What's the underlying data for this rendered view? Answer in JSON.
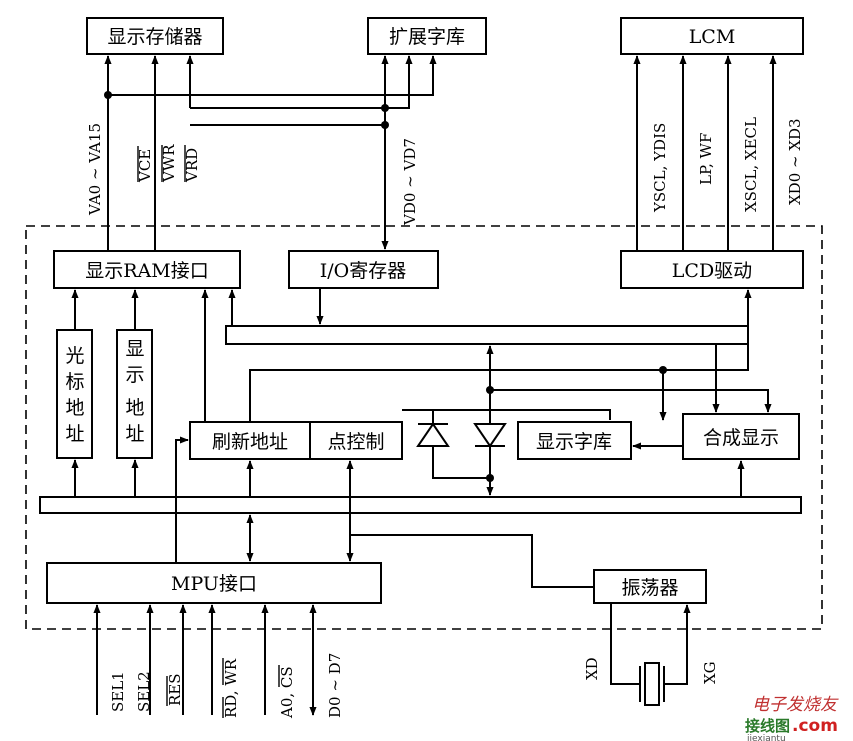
{
  "blocks": {
    "display_memory": "显示存储器",
    "ext_font": "扩展字库",
    "lcm": "LCM",
    "ram_interface": "显示RAM接口",
    "io_register": "I/O寄存器",
    "lcd_driver": "LCD驱动",
    "cursor_addr": "光标地址",
    "display_addr": "显示地址",
    "refresh_addr": "刷新地址",
    "dot_control": "点控制",
    "display_font": "显示字库",
    "compose_display": "合成显示",
    "mpu_interface": "MPU接口",
    "oscillator": "振荡器"
  },
  "signals": {
    "va": "VA0 ~ VA15",
    "vce": "VCE",
    "vwr": "VWR",
    "vrd": "VRD",
    "vd": "VD0 ~ VD7",
    "yscl": "YSCL, YDIS",
    "lp": "LP, WF",
    "xscl": "XSCL, XECL",
    "xd": "XD0 ~ XD3",
    "sel1": "SEL1",
    "sel2": "SEL2",
    "res": "RES",
    "rdwr": "RD, WR",
    "a0cs": "A0, CS",
    "d": "D0 ~ D7",
    "xd_osc": "XD",
    "xg_osc": "XG"
  },
  "watermark": {
    "text1": "电子发烧友",
    "text2": "接线图",
    "text3": ".com",
    "text4": "jiexiantu"
  }
}
